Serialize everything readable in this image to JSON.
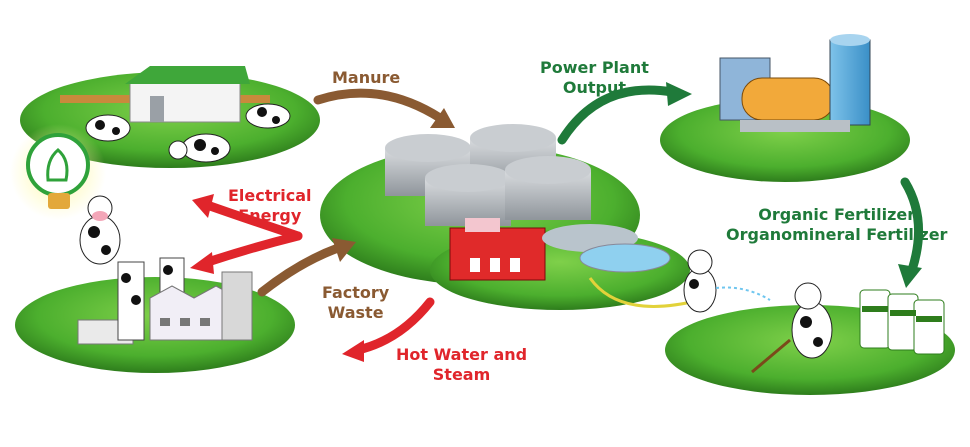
{
  "colors": {
    "manure": "#8a5a32",
    "power": "#1f7a3a",
    "energy": "#e0252b",
    "factory": "#8a5a32",
    "heat": "#e0252b",
    "fertilizer": "#1f7a3a",
    "grass": "#4caf2e",
    "grass_dark": "#2e7d1c"
  },
  "labels": {
    "manure": "Manure",
    "power_line1": "Power Plant",
    "power_line2": "Output",
    "energy_line1": "Electrical",
    "energy_line2": "Energy",
    "factory_line1": "Factory",
    "factory_line2": "Waste",
    "heat_line1": "Hot Water and",
    "heat_line2": "Steam",
    "fert_line1": "Organic Fertilizer",
    "fert_line2": "Organomineral Fertilizer"
  },
  "icons": [
    "barn-icon",
    "cow-icon",
    "lightbulb-icon",
    "factory-icon",
    "biogas-dome-icon",
    "power-generator-icon",
    "fertilizer-bag-icon",
    "water-tank-icon"
  ]
}
